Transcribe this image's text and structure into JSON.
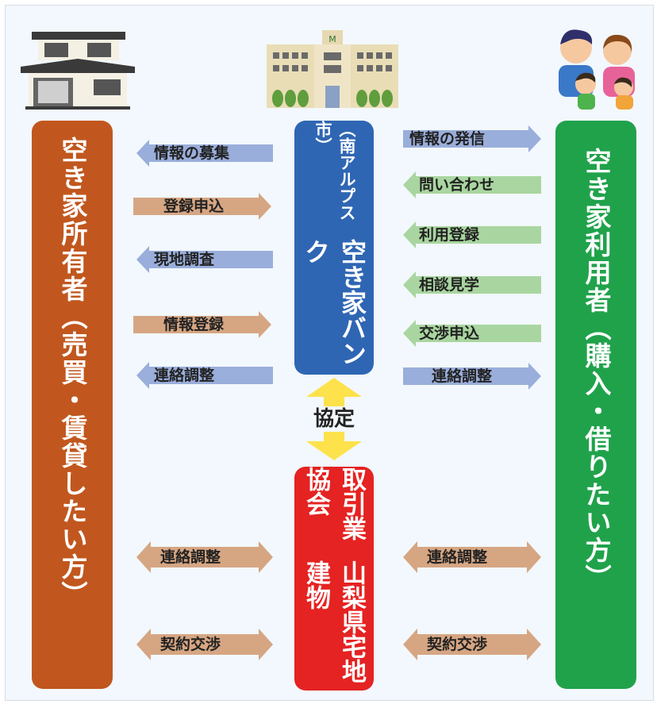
{
  "owner_label": "空き家所有者（売買・賃貸したい方）",
  "user_label": "空き家利用者（購入・借りたい方）",
  "bank": {
    "title": "空き家バンク",
    "subtitle": "（南アルプス市）"
  },
  "association": {
    "line1": "山梨県宅地建物",
    "line2": "取引業協会"
  },
  "agreement_label": "協定",
  "left_arrows": [
    "情報の募集",
    "登録申込",
    "現地調査",
    "情報登録",
    "連絡調整"
  ],
  "right_arrows": [
    "情報の発信",
    "問い合わせ",
    "利用登録",
    "相談見学",
    "交渉申込",
    "連絡調整"
  ],
  "bottom_left_arrows": [
    "連絡調整",
    "契約交渉"
  ],
  "bottom_right_arrows": [
    "連絡調整",
    "契約交渉"
  ],
  "colors": {
    "owner": "#c1571e",
    "user": "#20a24b",
    "bank": "#2f66b3",
    "association": "#e42322",
    "blue_arrow": "#9aaedb",
    "tan_arrow": "#d6a683",
    "green_arrow": "#a9d6a0",
    "agreement": "#fde24c"
  },
  "icons": [
    "house-icon",
    "city-hall-icon",
    "family-icon"
  ]
}
